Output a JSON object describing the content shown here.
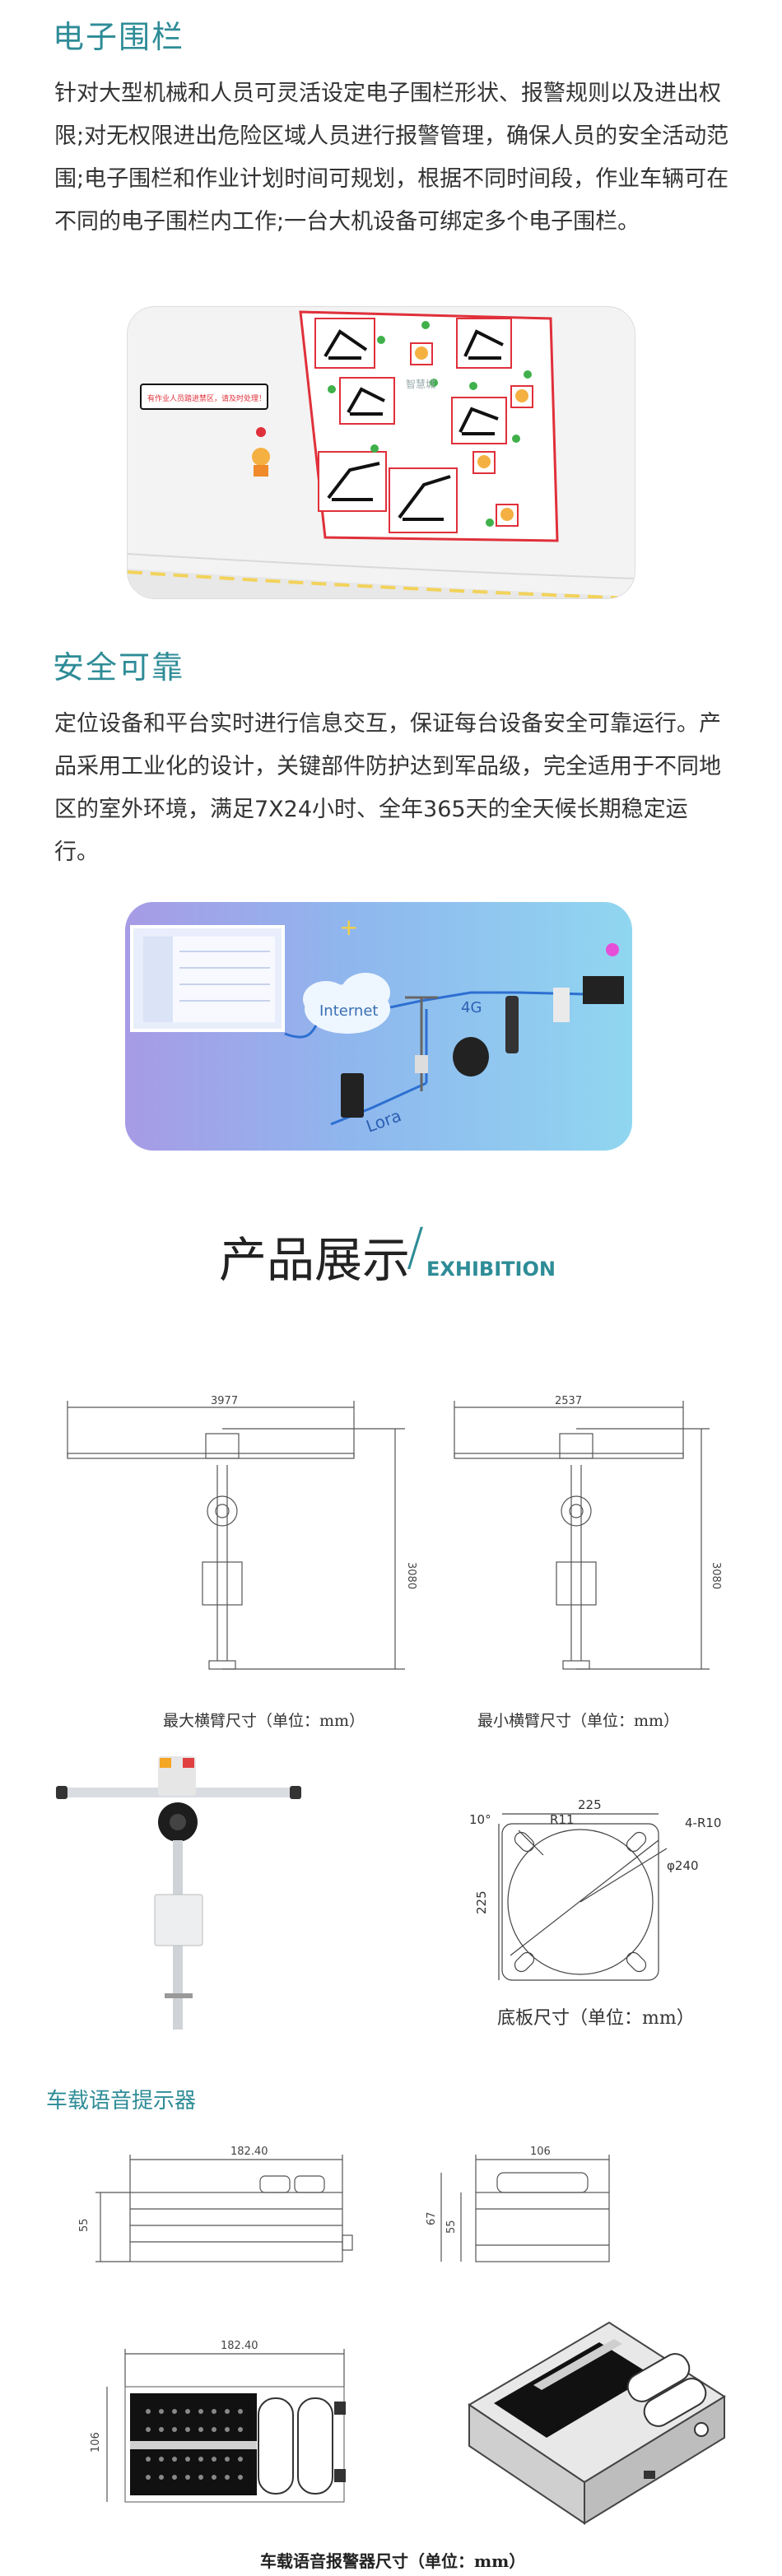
{
  "fence": {
    "title": "电子围栏",
    "paragraph": "针对大型机械和人员可灵活设定电子围栏形状、报警规则以及进出权限;对无权限进出危险区域人员进行报警管理，确保人员的安全活动范围;电子围栏和作业计划时间可规划，根据不同时间段，作业车辆可在不同的电子围栏内工作;一台大机设备可绑定多个电子围栏。",
    "warning_text": "有作业人员踏进禁区，请及时处理！",
    "area_label": "智慧城"
  },
  "safety": {
    "title": "安全可靠",
    "paragraph": "定位设备和平台实时进行信息交互，保证每台设备安全可靠运行。产品采用工业化的设计，关键部件防护达到军品级，完全适用于不同地区的室外环境，满足7X24小时、全年365天的全天候长期稳定运行。",
    "internet": "Internet",
    "net4g": "4G",
    "lora": "Lora"
  },
  "showcase": {
    "title": "产品展示",
    "slash": "/",
    "subtitle": "EXHIBITION"
  },
  "drawings": {
    "max_width_dim": "3977",
    "max_height_dim": "3080",
    "max_caption": "最大横臂尺寸（单位：mm）",
    "min_width_dim": "2537",
    "min_height_dim": "3080",
    "min_caption": "最小横臂尺寸（单位：mm）",
    "base_dim_top": "225",
    "base_dim_side": "225",
    "base_angle": "10°",
    "base_r11": "R11",
    "base_holes": "4-R10",
    "base_dia": "φ240",
    "base_caption": "底板尺寸（单位：mm）"
  },
  "voice": {
    "title": "车载语音提示器",
    "side_len": "182.40",
    "side_h": "55",
    "end_w": "106",
    "end_h1": "67",
    "end_h2": "55",
    "top_len": "182.40",
    "top_w": "106",
    "caption": "车载语音报警器尺寸（单位：mm）"
  },
  "colors": {
    "accent": "#2e8c97",
    "fence_red": "#e0303a",
    "card_blue": "#8fb7ee"
  }
}
